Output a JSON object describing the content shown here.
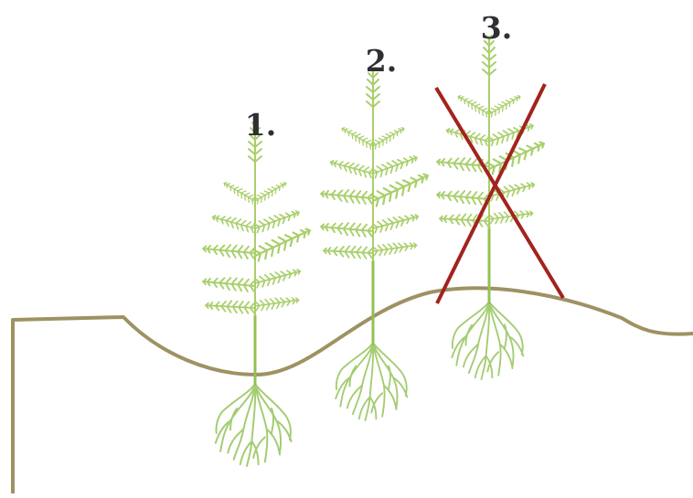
{
  "labels": [
    "1.",
    "2.",
    "3."
  ],
  "colors": {
    "ground": "#9e9263",
    "needles": "#a9cf6b",
    "stem": "#93c052",
    "roots": "#a4cc72",
    "cross": "#a2231d",
    "label": "#2f2f34"
  },
  "crossed_out_label": "3."
}
